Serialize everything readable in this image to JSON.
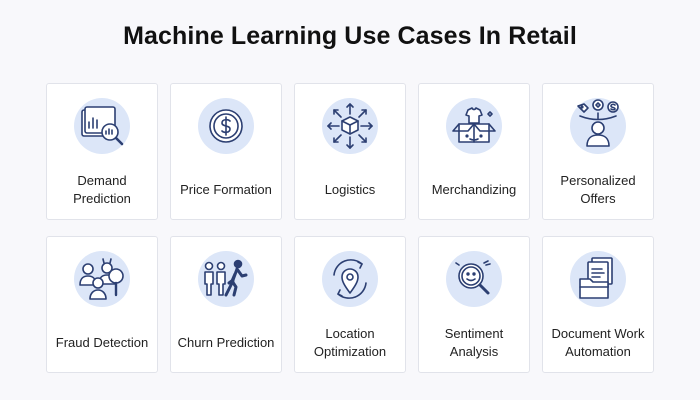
{
  "title": "Machine Learning Use Cases In Retail",
  "cards": [
    {
      "label": "Demand Prediction",
      "icon": "demand-prediction-icon"
    },
    {
      "label": "Price Formation",
      "icon": "price-formation-icon"
    },
    {
      "label": "Logistics",
      "icon": "logistics-icon"
    },
    {
      "label": "Merchandizing",
      "icon": "merchandizing-icon"
    },
    {
      "label": "Personalized Offers",
      "icon": "personalized-offers-icon"
    },
    {
      "label": "Fraud Detection",
      "icon": "fraud-detection-icon"
    },
    {
      "label": "Churn Prediction",
      "icon": "churn-prediction-icon"
    },
    {
      "label": "Location Optimization",
      "icon": "location-optimization-icon"
    },
    {
      "label": "Sentiment Analysis",
      "icon": "sentiment-analysis-icon"
    },
    {
      "label": "Document Work Automation",
      "icon": "document-work-automation-icon"
    }
  ],
  "colors": {
    "icon_circle": "#dce6f8",
    "icon_stroke": "#2c3f72",
    "card_border": "#e1e3ea",
    "background": "#f8f8fb"
  }
}
